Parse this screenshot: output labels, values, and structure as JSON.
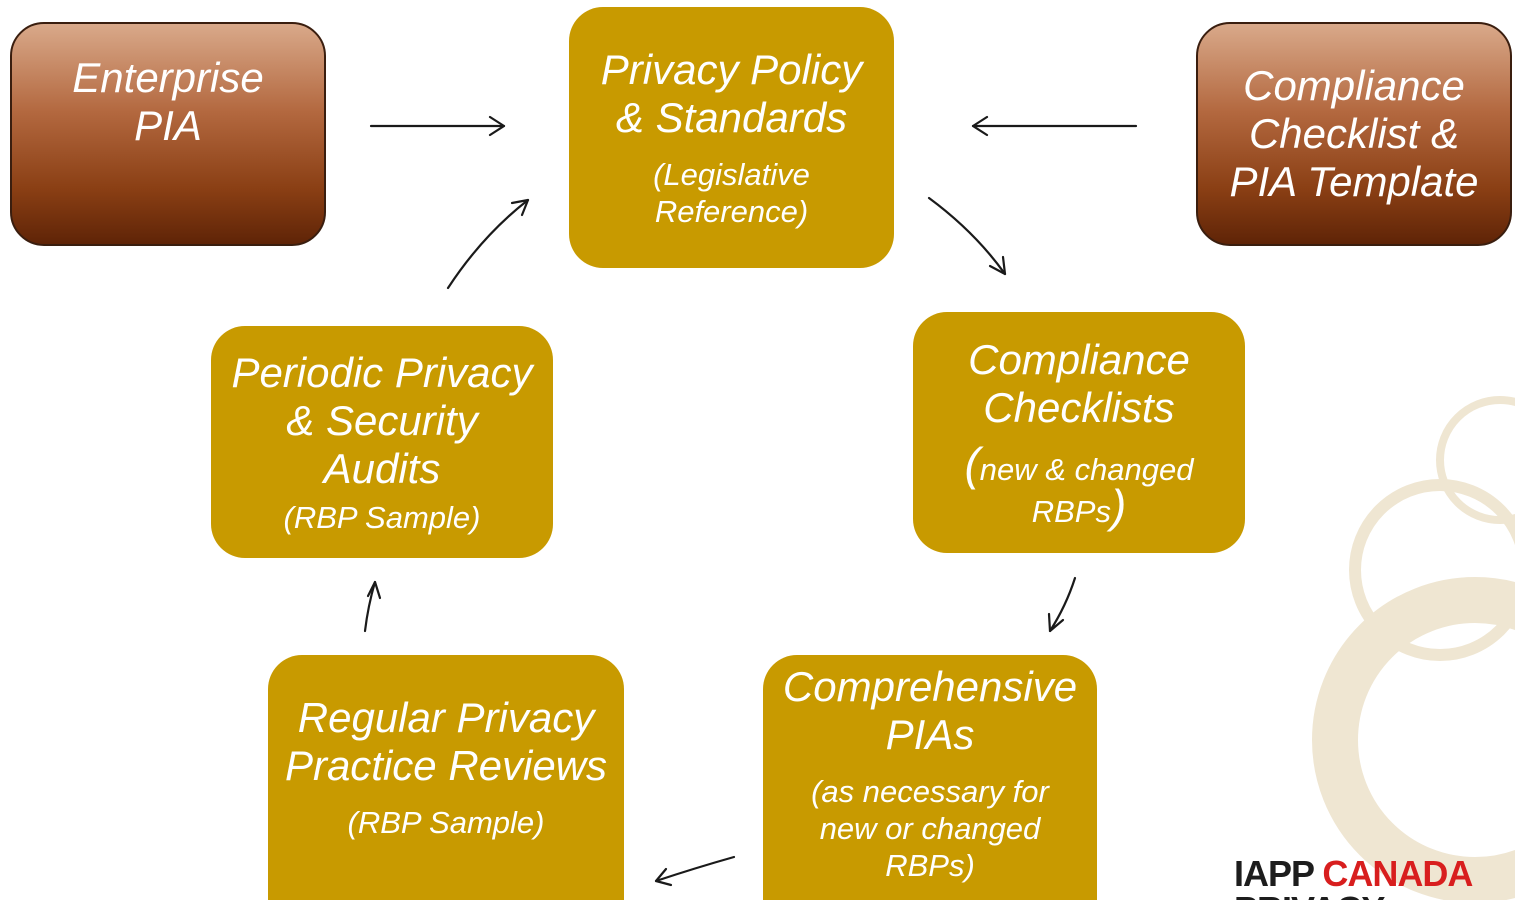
{
  "nodes": {
    "enterprise_pia": {
      "title": "Enterprise PIA"
    },
    "compliance_template": {
      "line1": "Compliance",
      "line2": "Checklist &",
      "line3": "PIA Template"
    },
    "policy": {
      "line1": "Privacy Policy",
      "line2": "& Standards",
      "sub1": "(Legislative",
      "sub2": "Reference)"
    },
    "checklists": {
      "line1": "Compliance",
      "line2": "Checklists",
      "open": "(",
      "sub1": "new & changed",
      "sub2": "RBPs",
      "close": ")"
    },
    "comprehensive": {
      "line1": "Comprehensive",
      "line2": "PIAs",
      "sub1": "(as necessary for",
      "sub2": "new or changed",
      "sub3": "RBPs)"
    },
    "reviews": {
      "line1": "Regular Privacy",
      "line2": "Practice Reviews",
      "sub": "(RBP Sample)"
    },
    "audits": {
      "line1": "Periodic Privacy",
      "line2": "& Security",
      "line3": "Audits",
      "sub": "(RBP Sample)"
    }
  },
  "logo": {
    "word1": "IAPP",
    "word2": "CANADA",
    "line2": "PRIVACY"
  },
  "colors": {
    "gold": "#c89a00",
    "brown_top": "#d9a98a",
    "brown_bottom": "#5f2407",
    "arrow": "#1a1a1a",
    "text": "#ffffff"
  }
}
